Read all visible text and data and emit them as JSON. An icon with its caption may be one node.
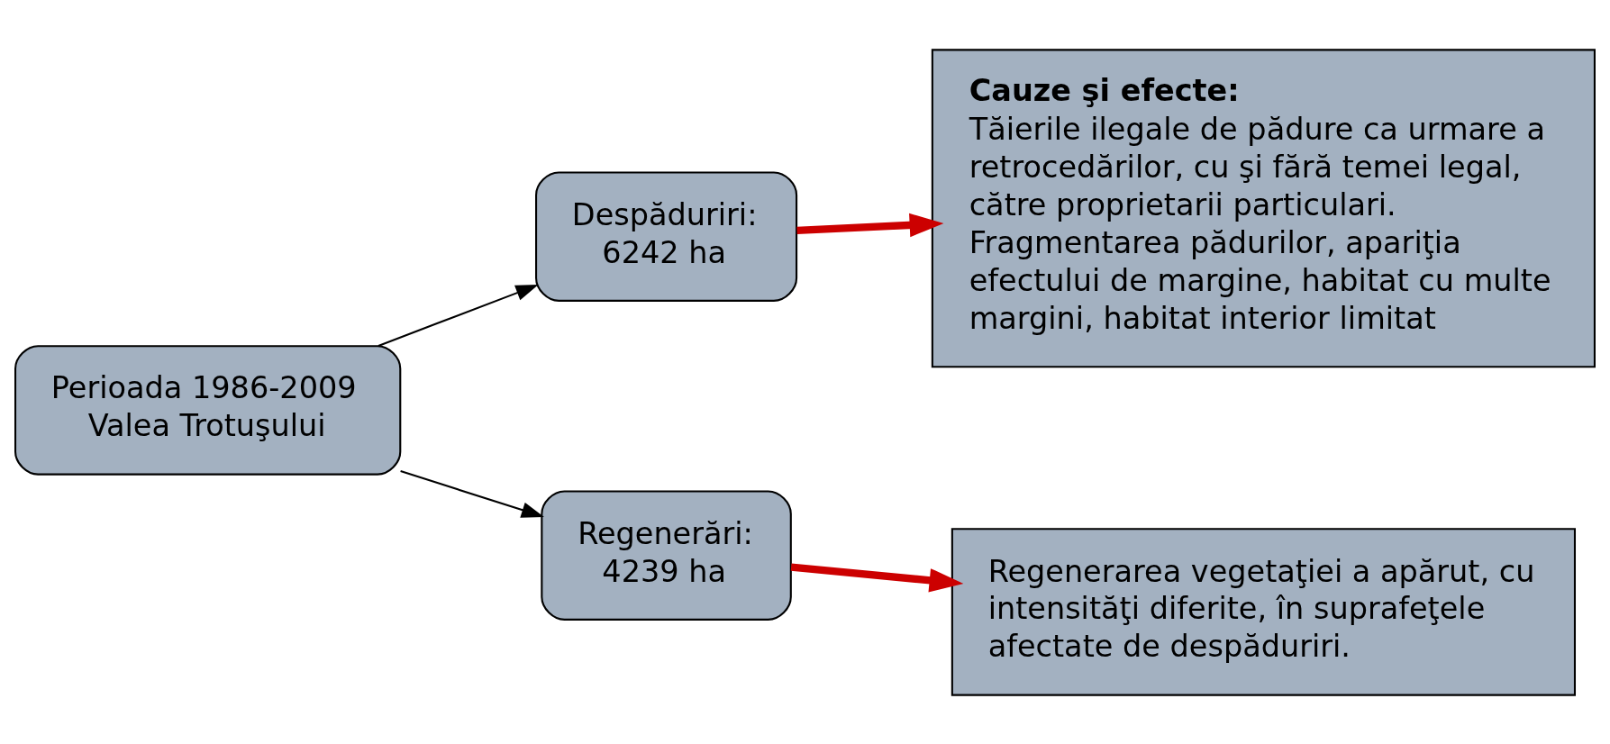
{
  "diagram": {
    "nodes": [
      {
        "text": [
          "Perioada 1986-2009 Valea Trotuşului"
        ]
      },
      {
        "text": [
          "Despăduriri: 6242 ha"
        ]
      },
      {
        "text": [
          "Cauze şi efecte:",
          "Tăierile ilegale de pădure ca urmare a retrocedărilor, cu şi fără temei legal, către proprietarii particulari. Fragmentarea pădurilor, apariţia efectului de margine, habitat cu multe margini, habitat interior limitat"
        ]
      },
      {
        "text": [
          "Regenerări: 4239 ha"
        ]
      },
      {
        "text": [
          "Regenerarea vegetaţiei a apărut, cu intensităţi diferite, în suprafeţele afectate de despăduriri."
        ]
      }
    ],
    "edges": [
      {
        "from": 0,
        "to": 1,
        "arrow": "to"
      },
      {
        "from": 0,
        "to": 3,
        "arrow": "to"
      },
      {
        "from": 1,
        "to": 2,
        "arrow": "to",
        "style": "thick",
        "color": "#cc0000"
      },
      {
        "from": 3,
        "to": 4,
        "arrow": "to",
        "style": "thick",
        "color": "#cc0000"
      }
    ]
  }
}
